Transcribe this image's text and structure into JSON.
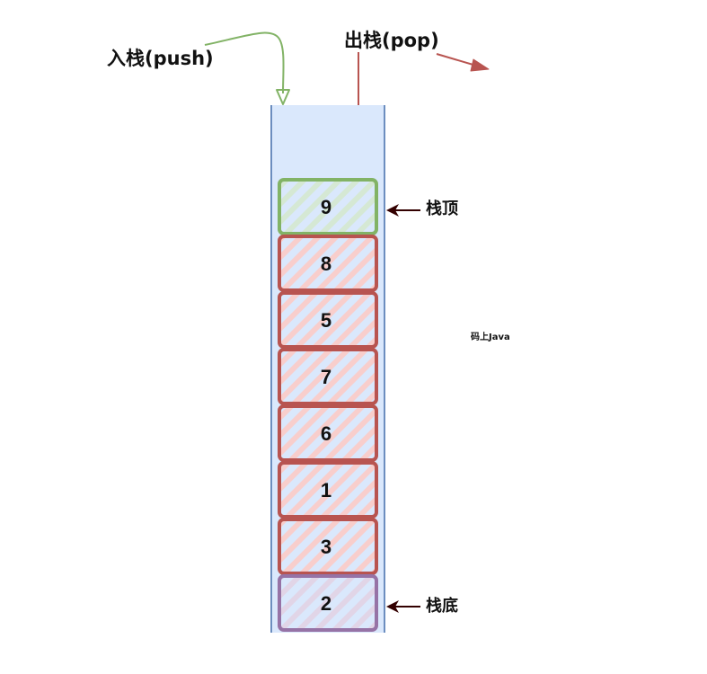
{
  "labels": {
    "push": "入栈(push)",
    "pop": "出栈(pop)",
    "stack_top": "栈顶",
    "stack_bottom": "栈底",
    "watermark": "码上Java"
  },
  "stack": {
    "items_top_to_bottom": [
      "9",
      "8",
      "5",
      "7",
      "6",
      "1",
      "3",
      "2"
    ],
    "item_styles": [
      "green",
      "red",
      "red",
      "red",
      "red",
      "red",
      "red",
      "purple"
    ]
  },
  "colors": {
    "container_fill": "#dae8fc",
    "container_border": "#6c8ebf",
    "green_stroke": "#82b366",
    "green_fill": "#d5e8d4",
    "red_stroke": "#b85450",
    "red_fill": "#f8cecc",
    "purple_stroke": "#9673a6",
    "purple_fill": "#e1d5e7",
    "push_arrow": "#82b366",
    "pop_arrow": "#b85450",
    "pointer_arrow": "#330000"
  }
}
